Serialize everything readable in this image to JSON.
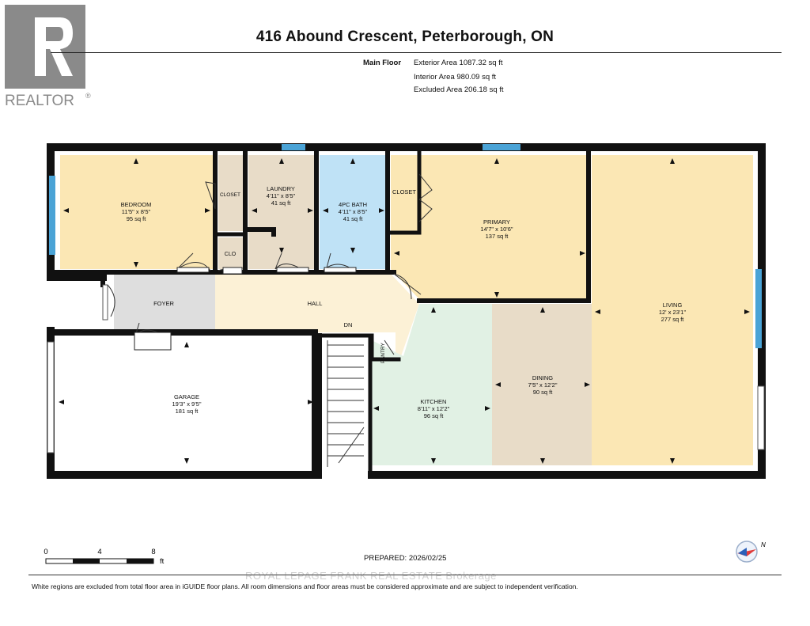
{
  "logo": {
    "text": "REALTOR",
    "mark": "®"
  },
  "title": "416 Abound Crescent, Peterborough, ON",
  "floor": {
    "label": "Main Floor",
    "exterior": "Exterior Area 1087.32 sq ft",
    "interior": "Interior Area 980.09 sq ft",
    "excluded": "Excluded Area 206.18 sq ft"
  },
  "rooms": {
    "bedroom": {
      "name": "BEDROOM",
      "dims": "11'5\" x 8'5\"",
      "area": "95 sq ft"
    },
    "closet1": {
      "name": "CLOSET"
    },
    "laundry": {
      "name": "LAUNDRY",
      "dims": "4'11\" x 8'5\"",
      "area": "41 sq ft"
    },
    "bath": {
      "name": "4PC BATH",
      "dims": "4'11\" x 8'5\"",
      "area": "41 sq ft"
    },
    "closet2": {
      "name": "CLOSET"
    },
    "clo": {
      "name": "CLO"
    },
    "primary": {
      "name": "PRIMARY",
      "dims": "14'7\" x 10'6\"",
      "area": "137 sq ft"
    },
    "living": {
      "name": "LIVING",
      "dims": "12' x 23'1\"",
      "area": "277 sq ft"
    },
    "foyer": {
      "name": "FOYER"
    },
    "hall": {
      "name": "HALL"
    },
    "dn": {
      "name": "DN"
    },
    "pantry": {
      "name": "PANTRY"
    },
    "garage": {
      "name": "GARAGE",
      "dims": "19'3\" x 9'5\"",
      "area": "181 sq ft"
    },
    "kitchen": {
      "name": "KITCHEN",
      "dims": "8'11\" x 12'2\"",
      "area": "96 sq ft"
    },
    "dining": {
      "name": "DINING",
      "dims": "7'5\" x 12'2\"",
      "area": "90 sq ft"
    }
  },
  "scale": {
    "ticks": [
      "0",
      "4",
      "8"
    ],
    "unit": "ft"
  },
  "prepared": "PREPARED: 2026/02/25",
  "watermark": "ROYAL LEPAGE FRANK REAL ESTATE Brokerage",
  "footnote": "White regions are excluded from total floor area in iGUIDE floor plans. All room dimensions and floor areas must be considered approximate and are subject to independent verification.",
  "colors": {
    "bedroom": "#fbe7b4",
    "laundry": "#e8dcc8",
    "bath": "#bfe2f6",
    "primary": "#fbe7b4",
    "living": "#fbe7b4",
    "hall": "#fcf1d6",
    "foyer": "#dedede",
    "kitchen": "#e1f1e4",
    "dining": "#e8dcc8",
    "wall": "#111111",
    "window": "#4aa3d6"
  }
}
